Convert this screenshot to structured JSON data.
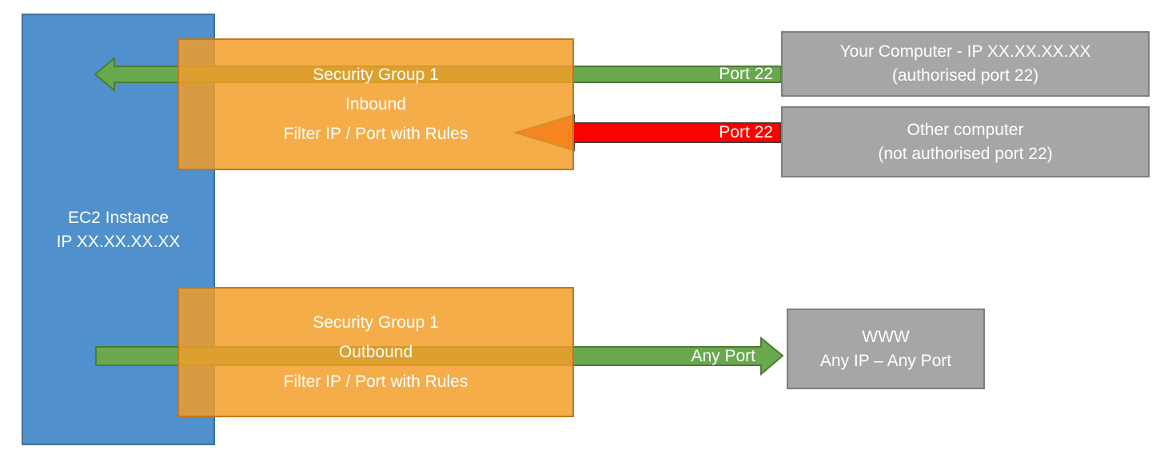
{
  "diagram": {
    "ec2": {
      "line1": "EC2 Instance",
      "line2": "IP XX.XX.XX.XX"
    },
    "sg_inbound": {
      "line1": "Security Group 1",
      "line2": "Inbound",
      "line3": "Filter IP / Port with Rules"
    },
    "sg_outbound": {
      "line1": "Security Group 1",
      "line2": "Outbound",
      "line3": "Filter IP / Port with Rules"
    },
    "your_computer": {
      "line1": "Your Computer - IP XX.XX.XX.XX",
      "line2": "(authorised port 22)"
    },
    "other_computer": {
      "line1": "Other computer",
      "line2": "(not authorised port 22)"
    },
    "www": {
      "line1": "WWW",
      "line2": "Any IP – Any Port"
    },
    "flow_labels": {
      "inbound_allowed": "Port 22",
      "inbound_blocked": "Port 22",
      "outbound": "Any Port"
    }
  },
  "colors": {
    "blue_fill": "#4f90cd",
    "blue_border": "#41719c",
    "green_fill": "#6aa84f",
    "green_border": "#4e7b31",
    "red_fill": "#fe0000",
    "red_border": "#3f3f3f",
    "orange_fill": "rgba(243,157,39,0.84)",
    "orange_border": "rgba(191,114,21,0.9)",
    "gray_fill": "#a6a6a6",
    "gray_border": "#7d7d7d",
    "text_light": "#ffffff"
  }
}
